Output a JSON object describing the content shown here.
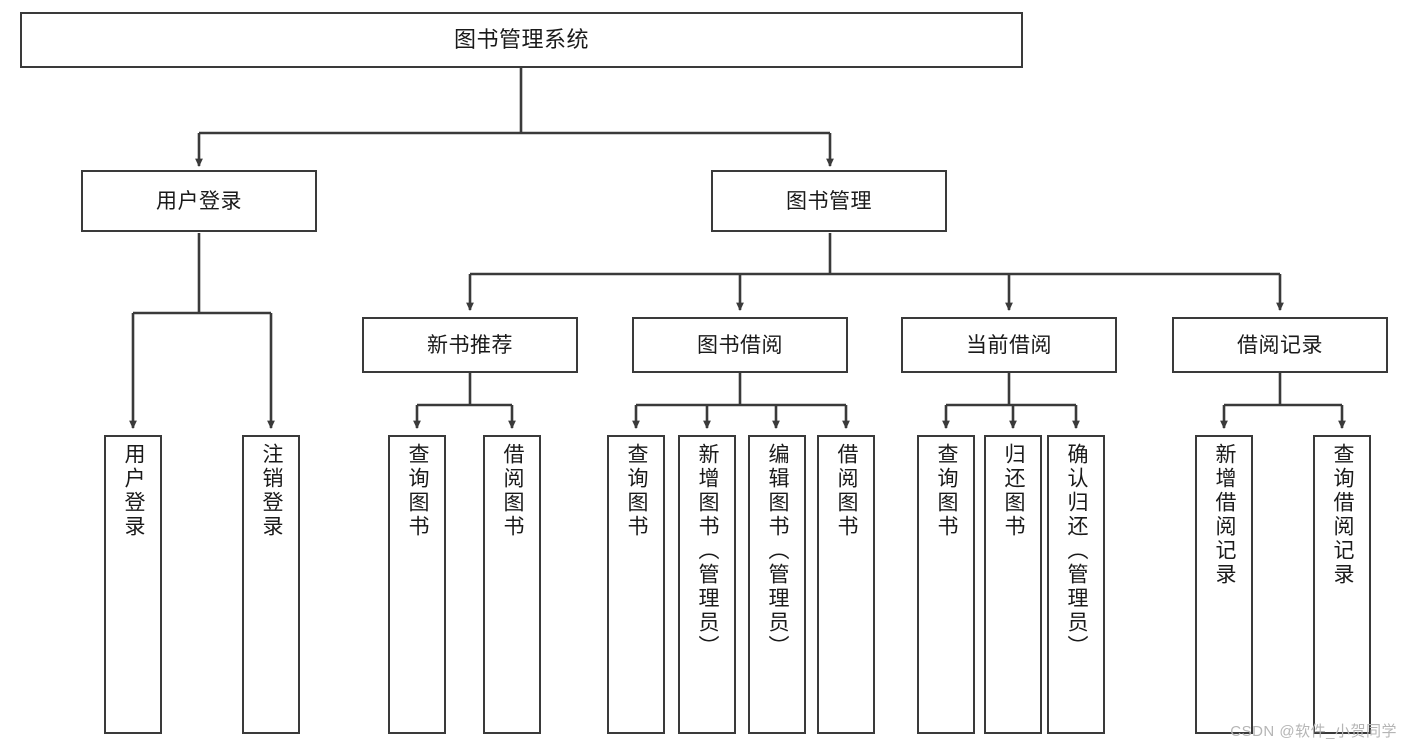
{
  "diagram": {
    "title": "图书管理系统",
    "type": "tree-hierarchy-chart",
    "watermark": "CSDN @软件_小贺同学",
    "colors": {
      "box_border": "#3a3a3a",
      "box_fill": "#ffffff",
      "connector": "#3a3a3a",
      "text": "#1a1a1a",
      "watermark": "#b5b5b5"
    },
    "nodes": {
      "root": {
        "label": "图书管理系统"
      },
      "level2": [
        {
          "label": "用户登录"
        },
        {
          "label": "图书管理"
        }
      ],
      "level3": [
        {
          "label": "新书推荐"
        },
        {
          "label": "图书借阅"
        },
        {
          "label": "当前借阅"
        },
        {
          "label": "借阅记录"
        }
      ],
      "leaves": {
        "user_login": [
          {
            "label": "用户登录"
          },
          {
            "label": "注销登录"
          }
        ],
        "new_book_recommend": [
          {
            "label": "查询图书"
          },
          {
            "label": "借阅图书"
          }
        ],
        "book_borrow": [
          {
            "label": "查询图书"
          },
          {
            "label": "新增图书（管理员）"
          },
          {
            "label": "编辑图书（管理员）"
          },
          {
            "label": "借阅图书"
          }
        ],
        "current_borrow": [
          {
            "label": "查询图书"
          },
          {
            "label": "归还图书"
          },
          {
            "label": "确认归还（管理员）"
          }
        ],
        "borrow_record": [
          {
            "label": "新增借阅记录"
          },
          {
            "label": "查询借阅记录"
          }
        ]
      }
    }
  }
}
